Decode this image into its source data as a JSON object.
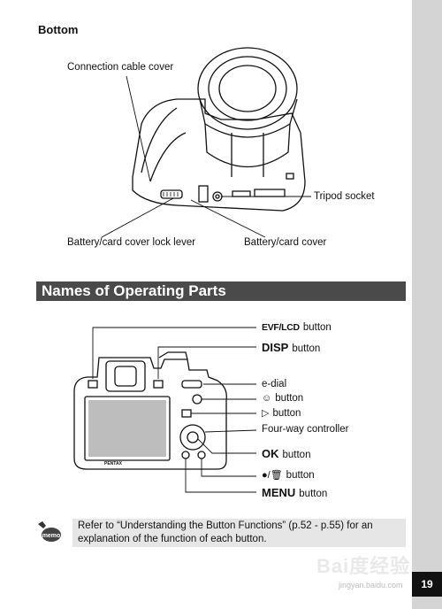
{
  "bottom_section": {
    "title": "Bottom",
    "callouts": {
      "connection_cable_cover": "Connection cable cover",
      "tripod_socket": "Tripod socket",
      "lock_lever": "Battery/card cover lock lever",
      "battery_card_cover": "Battery/card cover"
    }
  },
  "section_title": "Names of Operating Parts",
  "parts": {
    "evf_lcd": {
      "key": "EVF/LCD",
      "suffix": "button"
    },
    "disp": {
      "key": "DISP",
      "suffix": "button"
    },
    "e_dial": {
      "label": "e-dial"
    },
    "face_button": {
      "icon": "face-detect-icon",
      "suffix": "button"
    },
    "playback_button": {
      "icon": "playback-icon",
      "suffix": "button"
    },
    "four_way": {
      "label": "Four-way controller"
    },
    "ok": {
      "key": "OK",
      "suffix": "button"
    },
    "green_delete": {
      "icon": "green-delete-icon",
      "suffix": "button"
    },
    "menu": {
      "key": "MENU",
      "suffix": "button"
    }
  },
  "camera_brand": "PENTAX",
  "memo": {
    "icon_text": "memo",
    "text": "Refer to “Understanding the Button Functions” (p.52 - p.55) for an explanation of the function of each button."
  },
  "page_number": "19",
  "watermark": {
    "text": "Bai度经验",
    "url": "jingyan.baidu.com"
  }
}
